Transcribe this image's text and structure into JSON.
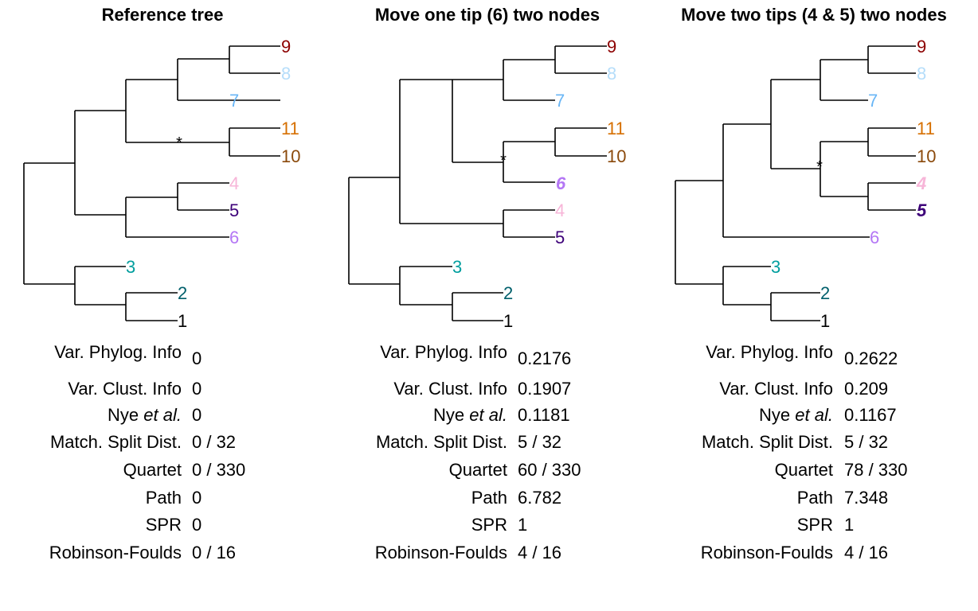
{
  "tip_colors": {
    "1": "#000000",
    "2": "#005F6B",
    "3": "#009E9E",
    "4": "#F7B5D8",
    "5": "#3D0079",
    "6": "#B477F5",
    "7": "#69B6F6",
    "8": "#B5DDFA",
    "9": "#8C0000",
    "10": "#8B4A0C",
    "11": "#D66F00"
  },
  "star_symbol": "*",
  "panels": [
    {
      "title": "Reference tree",
      "metrics": [
        {
          "name": "Var. Phylog. Info",
          "value": "0"
        },
        {
          "name": "Var. Clust. Info",
          "value": "0"
        },
        {
          "name_prefix": "Nye ",
          "name_em": "et al.",
          "value": "0"
        },
        {
          "name": "Match. Split Dist.",
          "value": "0 / 32"
        },
        {
          "name": "Quartet",
          "value": "0 / 330"
        },
        {
          "name": "Path",
          "value": "0"
        },
        {
          "name": "SPR",
          "value": "0"
        },
        {
          "name": "Robinson-Foulds",
          "value": "0 / 16"
        }
      ]
    },
    {
      "title": "Move one tip (6) two nodes",
      "metrics": [
        {
          "name": "Var. Phylog. Info",
          "value": "0.2176"
        },
        {
          "name": "Var. Clust. Info",
          "value": "0.1907"
        },
        {
          "name_prefix": "Nye ",
          "name_em": "et al.",
          "value": "0.1181"
        },
        {
          "name": "Match. Split Dist.",
          "value": "5 / 32"
        },
        {
          "name": "Quartet",
          "value": "60 / 330"
        },
        {
          "name": "Path",
          "value": "6.782"
        },
        {
          "name": "SPR",
          "value": "1"
        },
        {
          "name": "Robinson-Foulds",
          "value": "4 / 16"
        }
      ]
    },
    {
      "title": "Move two tips (4 & 5) two nodes",
      "metrics": [
        {
          "name": "Var. Phylog. Info",
          "value": "0.2622"
        },
        {
          "name": "Var. Clust. Info",
          "value": "0.209"
        },
        {
          "name_prefix": "Nye ",
          "name_em": "et al.",
          "value": "0.1167"
        },
        {
          "name": "Match. Split Dist.",
          "value": "5 / 32"
        },
        {
          "name": "Quartet",
          "value": "78 / 330"
        },
        {
          "name": "Path",
          "value": "7.348"
        },
        {
          "name": "SPR",
          "value": "1"
        },
        {
          "name": "Robinson-Foulds",
          "value": "4 / 16"
        }
      ]
    }
  ]
}
